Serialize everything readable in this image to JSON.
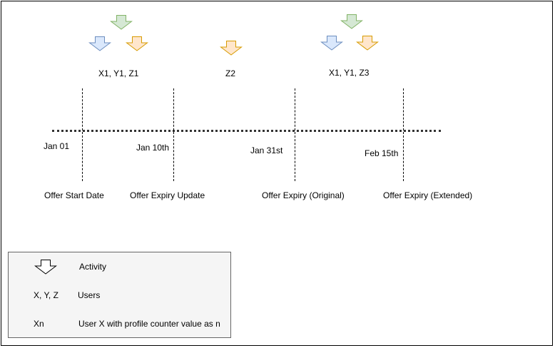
{
  "colors": {
    "green_fill": "#d5e8d4",
    "green_stroke": "#82b366",
    "blue_fill": "#dae8fc",
    "blue_stroke": "#6c8ebf",
    "orange_fill": "#ffe6cc",
    "orange_stroke": "#d79b00",
    "legend_fill": "#f5f5f5",
    "legend_stroke": "#666666"
  },
  "activities": {
    "group1": "X1, Y1, Z1",
    "group2": "Z2",
    "group3": "X1, Y1, Z3"
  },
  "dates": {
    "d1": "Jan 01",
    "d2": "Jan 10th",
    "d3": "Jan 31st",
    "d4": "Feb 15th"
  },
  "events": {
    "e1": "Offer Start Date",
    "e2": "Offer Expiry Update",
    "e3": "Offer Expiry (Original)",
    "e4": "Offer Expiry (Extended)"
  },
  "legend": {
    "row1_label": "Activity",
    "row2_key": "X, Y, Z",
    "row2_label": "Users",
    "row3_key": "Xn",
    "row3_label": "User X with profile counter value as n"
  }
}
